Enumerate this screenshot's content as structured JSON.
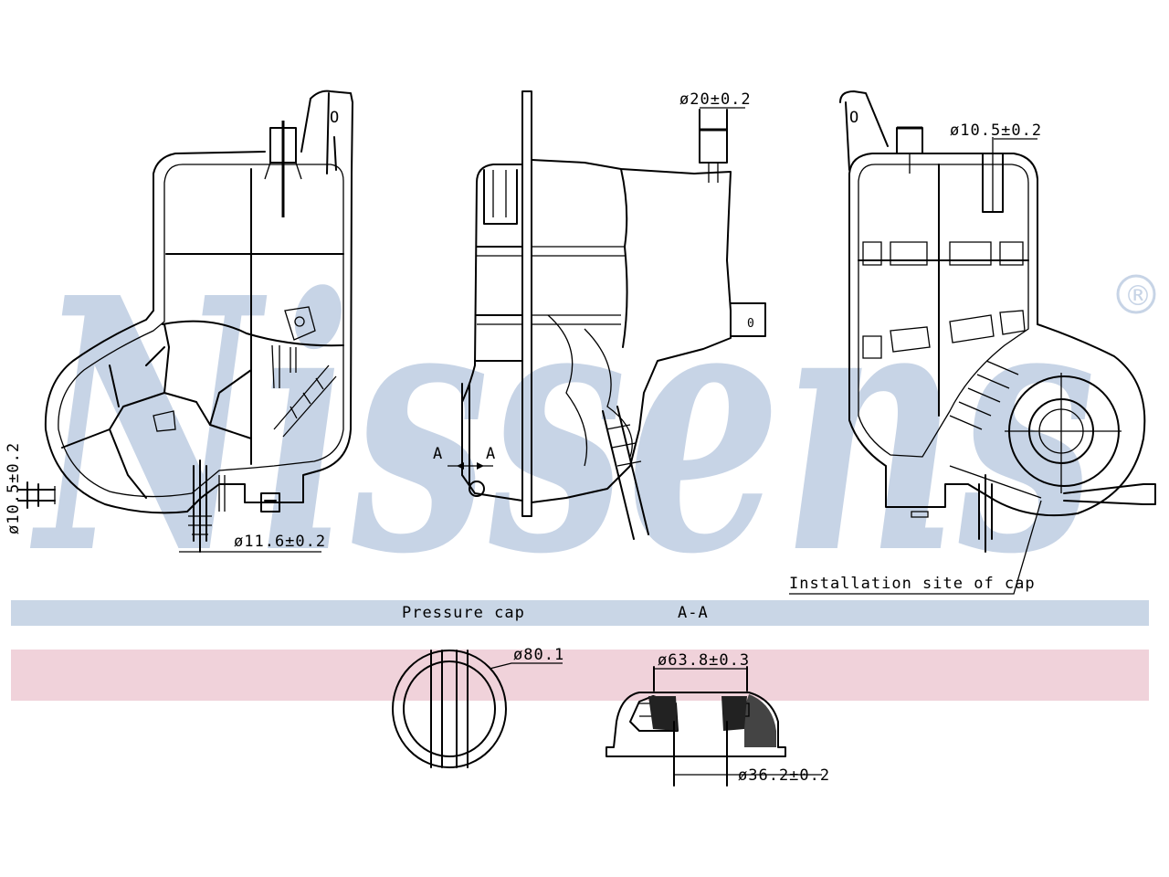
{
  "watermark": {
    "text": "Nissens",
    "registered_mark": "®"
  },
  "bands": {
    "blue_color": "#c9d6e6",
    "pink_color": "#f0d2da"
  },
  "labels": {
    "left_pipe_dia": "ø10.5±0.2",
    "bottom_pipe_dia": "ø11.6±0.2",
    "top_pipe_dia": "ø20±0.2",
    "right_pipe_dia": "ø10.5±0.2",
    "install_site": "Installation site of cap",
    "section_letter_left": "A",
    "section_letter_right": "A",
    "mark_o_left": "O",
    "mark_o_right": "O",
    "pressure_cap": "Pressure cap",
    "section_aa": "A-A",
    "cap_dia": "ø80.1",
    "seal_outer_dia": "ø63.8±0.3",
    "seal_inner_dia": "ø36.2±0.2"
  }
}
